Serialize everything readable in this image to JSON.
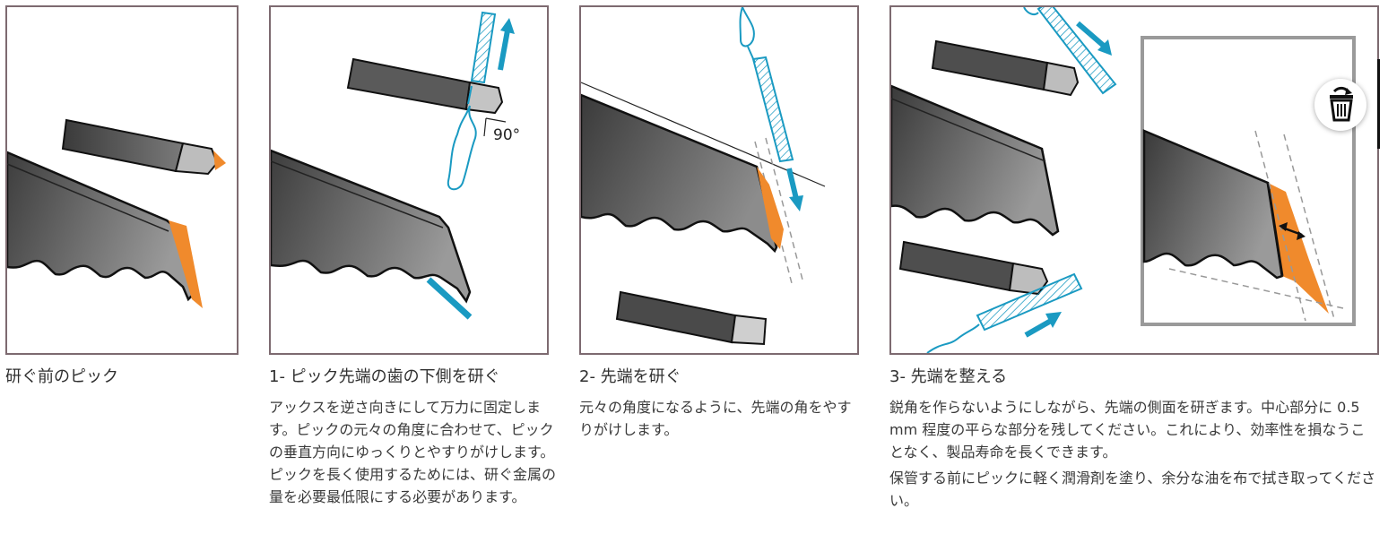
{
  "panels": [
    {
      "id": "before",
      "title": "研ぐ前のピック",
      "paragraphs": []
    },
    {
      "id": "step1",
      "title": "1- ピック先端の歯の下側を研ぐ",
      "angle_label": "90°",
      "paragraphs": [
        "アックスを逆さ向きにして万力に固定します。ピックの元々の角度に合わせて、ピックの垂直方向にゆっくりとやすりがけします。ピックを長く使用するためには、研ぐ金属の量を必要最低限にする必要があります。"
      ]
    },
    {
      "id": "step2",
      "title": "2- 先端を研ぐ",
      "paragraphs": [
        "元々の角度になるように、先端の角をやすりがけします。"
      ]
    },
    {
      "id": "step3",
      "title": "3- 先端を整える",
      "paragraphs": [
        "鋭角を作らないようにしながら、先端の側面を研ぎます。中心部分に 0.5 mm 程度の平らな部分を残してください。これにより、効率性を損なうことなく、製品寿命を長くできます。",
        "保管する前にピックに軽く潤滑剤を塗り、余分な油を布で拭き取ってください。"
      ]
    }
  ],
  "colors": {
    "frame": "#7d6a70",
    "blade_dark": "#4a4a4a",
    "blade_light": "#8a8a8a",
    "orange": "#f08a2c",
    "file_blue": "#1a9ac2",
    "inset_border": "#9a9a9a"
  },
  "icons": {
    "bin": "trash-bin-icon"
  }
}
